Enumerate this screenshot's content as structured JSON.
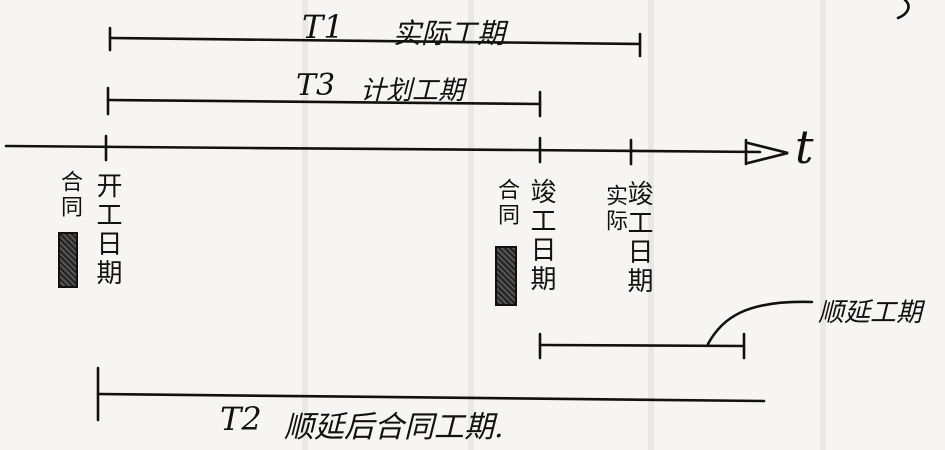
{
  "axis": {
    "label": "t"
  },
  "brackets": {
    "t1": {
      "name": "T1",
      "text": "实际工期"
    },
    "t3": {
      "name": "T3",
      "text": "计划工期"
    },
    "t2": {
      "name": "T2",
      "text": "顺延后合同工期."
    },
    "delay": {
      "text": "顺延工期"
    }
  },
  "ticks": {
    "contract_start": {
      "a": "合同",
      "b": "开工日期"
    },
    "contract_end": {
      "a": "合同",
      "b": "竣工日期"
    },
    "actual_end": {
      "a": "实际",
      "b": "竣工日期"
    }
  }
}
